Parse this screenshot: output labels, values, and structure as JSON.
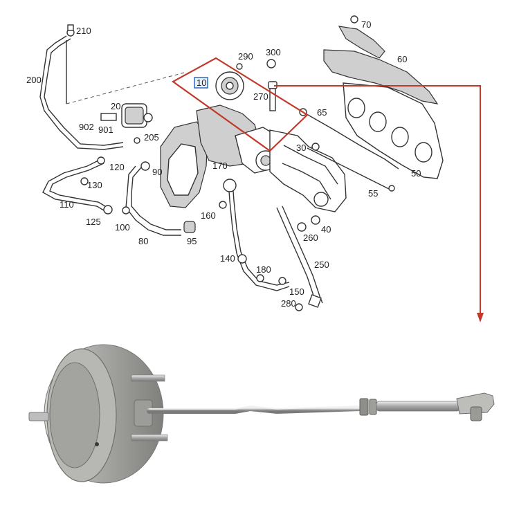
{
  "diagram": {
    "highlight_color": "#c0392b",
    "selected_box_color": "#1f5fbf",
    "selected_label": "10",
    "labels": [
      {
        "id": "l210",
        "text": "210"
      },
      {
        "id": "l200",
        "text": "200"
      },
      {
        "id": "l20",
        "text": "20"
      },
      {
        "id": "l902",
        "text": "902"
      },
      {
        "id": "l901",
        "text": "901"
      },
      {
        "id": "l205",
        "text": "205"
      },
      {
        "id": "l120",
        "text": "120"
      },
      {
        "id": "l130",
        "text": "130"
      },
      {
        "id": "l110",
        "text": "110"
      },
      {
        "id": "l125",
        "text": "125"
      },
      {
        "id": "l100",
        "text": "100"
      },
      {
        "id": "l90",
        "text": "90"
      },
      {
        "id": "l80",
        "text": "80"
      },
      {
        "id": "l95",
        "text": "95"
      },
      {
        "id": "l170",
        "text": "170"
      },
      {
        "id": "l160",
        "text": "160"
      },
      {
        "id": "l140",
        "text": "140"
      },
      {
        "id": "l180",
        "text": "180"
      },
      {
        "id": "l150",
        "text": "150"
      },
      {
        "id": "l280",
        "text": "280"
      },
      {
        "id": "l250",
        "text": "250"
      },
      {
        "id": "l260",
        "text": "260"
      },
      {
        "id": "l40",
        "text": "40"
      },
      {
        "id": "l30",
        "text": "30"
      },
      {
        "id": "l55",
        "text": "55"
      },
      {
        "id": "l50",
        "text": "50"
      },
      {
        "id": "l65",
        "text": "65"
      },
      {
        "id": "l60",
        "text": "60"
      },
      {
        "id": "l70",
        "text": "70"
      },
      {
        "id": "l290",
        "text": "290"
      },
      {
        "id": "l300",
        "text": "300"
      },
      {
        "id": "l270",
        "text": "270"
      }
    ]
  },
  "photo": {
    "subject": "turbo wastegate vacuum actuator with adjustable rod",
    "metal_color": "#a9a9a6"
  }
}
